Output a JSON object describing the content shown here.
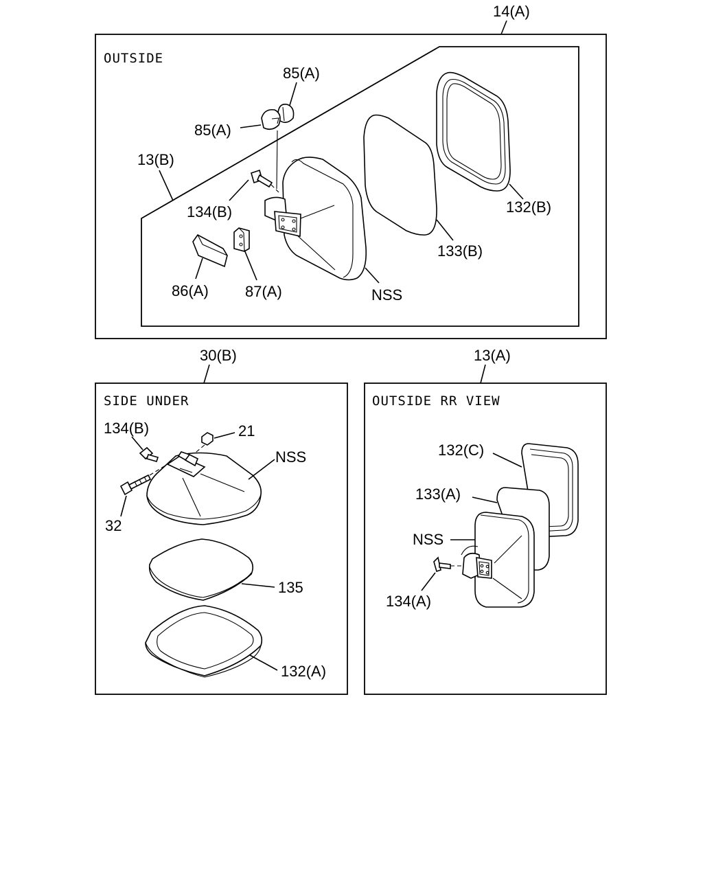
{
  "callouts": {
    "top_group": "14(A)",
    "left_group": "30(B)",
    "right_group": "13(A)"
  },
  "panels": {
    "outside": {
      "title": "OUTSIDE",
      "labels": {
        "p85a_top": "85(A)",
        "p85a_left": "85(A)",
        "p13b": "13(B)",
        "p134b": "134(B)",
        "p86a": "86(A)",
        "p87a": "87(A)",
        "nss": "NSS",
        "p133b": "133(B)",
        "p132b": "132(B)"
      }
    },
    "side_under": {
      "title": "SIDE UNDER",
      "labels": {
        "p134b": "134(B)",
        "p21": "21",
        "nss": "NSS",
        "p32": "32",
        "p135": "135",
        "p132a": "132(A)"
      }
    },
    "outside_rr_view": {
      "title": "OUTSIDE RR VIEW",
      "labels": {
        "p132c": "132(C)",
        "p133a": "133(A)",
        "nss": "NSS",
        "p134a": "134(A)"
      }
    }
  }
}
